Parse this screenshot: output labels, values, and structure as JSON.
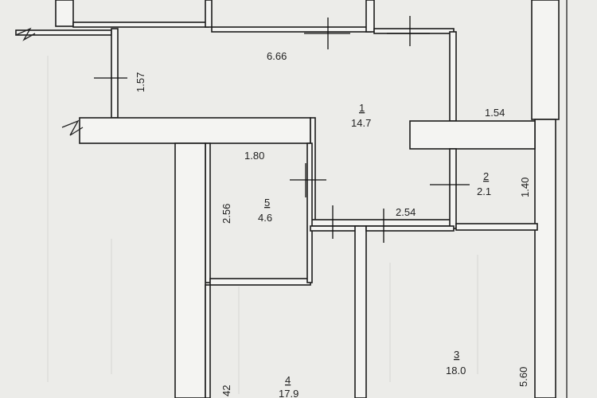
{
  "rooms": [
    {
      "number": "1",
      "area": "14.7"
    },
    {
      "number": "2",
      "area": "2.1"
    },
    {
      "number": "3",
      "area": "18.0"
    },
    {
      "number": "4",
      "area": "17.9"
    },
    {
      "number": "5",
      "area": "4.6"
    }
  ],
  "dimensions": {
    "hall_length": "6.66",
    "left_entry": "1.57",
    "right_top": "1.54",
    "room5_width": "1.80",
    "room5_height": "2.56",
    "corridor_width": "2.54",
    "room2_height": "1.40",
    "room3_height": "5.60",
    "room4_height": "42"
  }
}
